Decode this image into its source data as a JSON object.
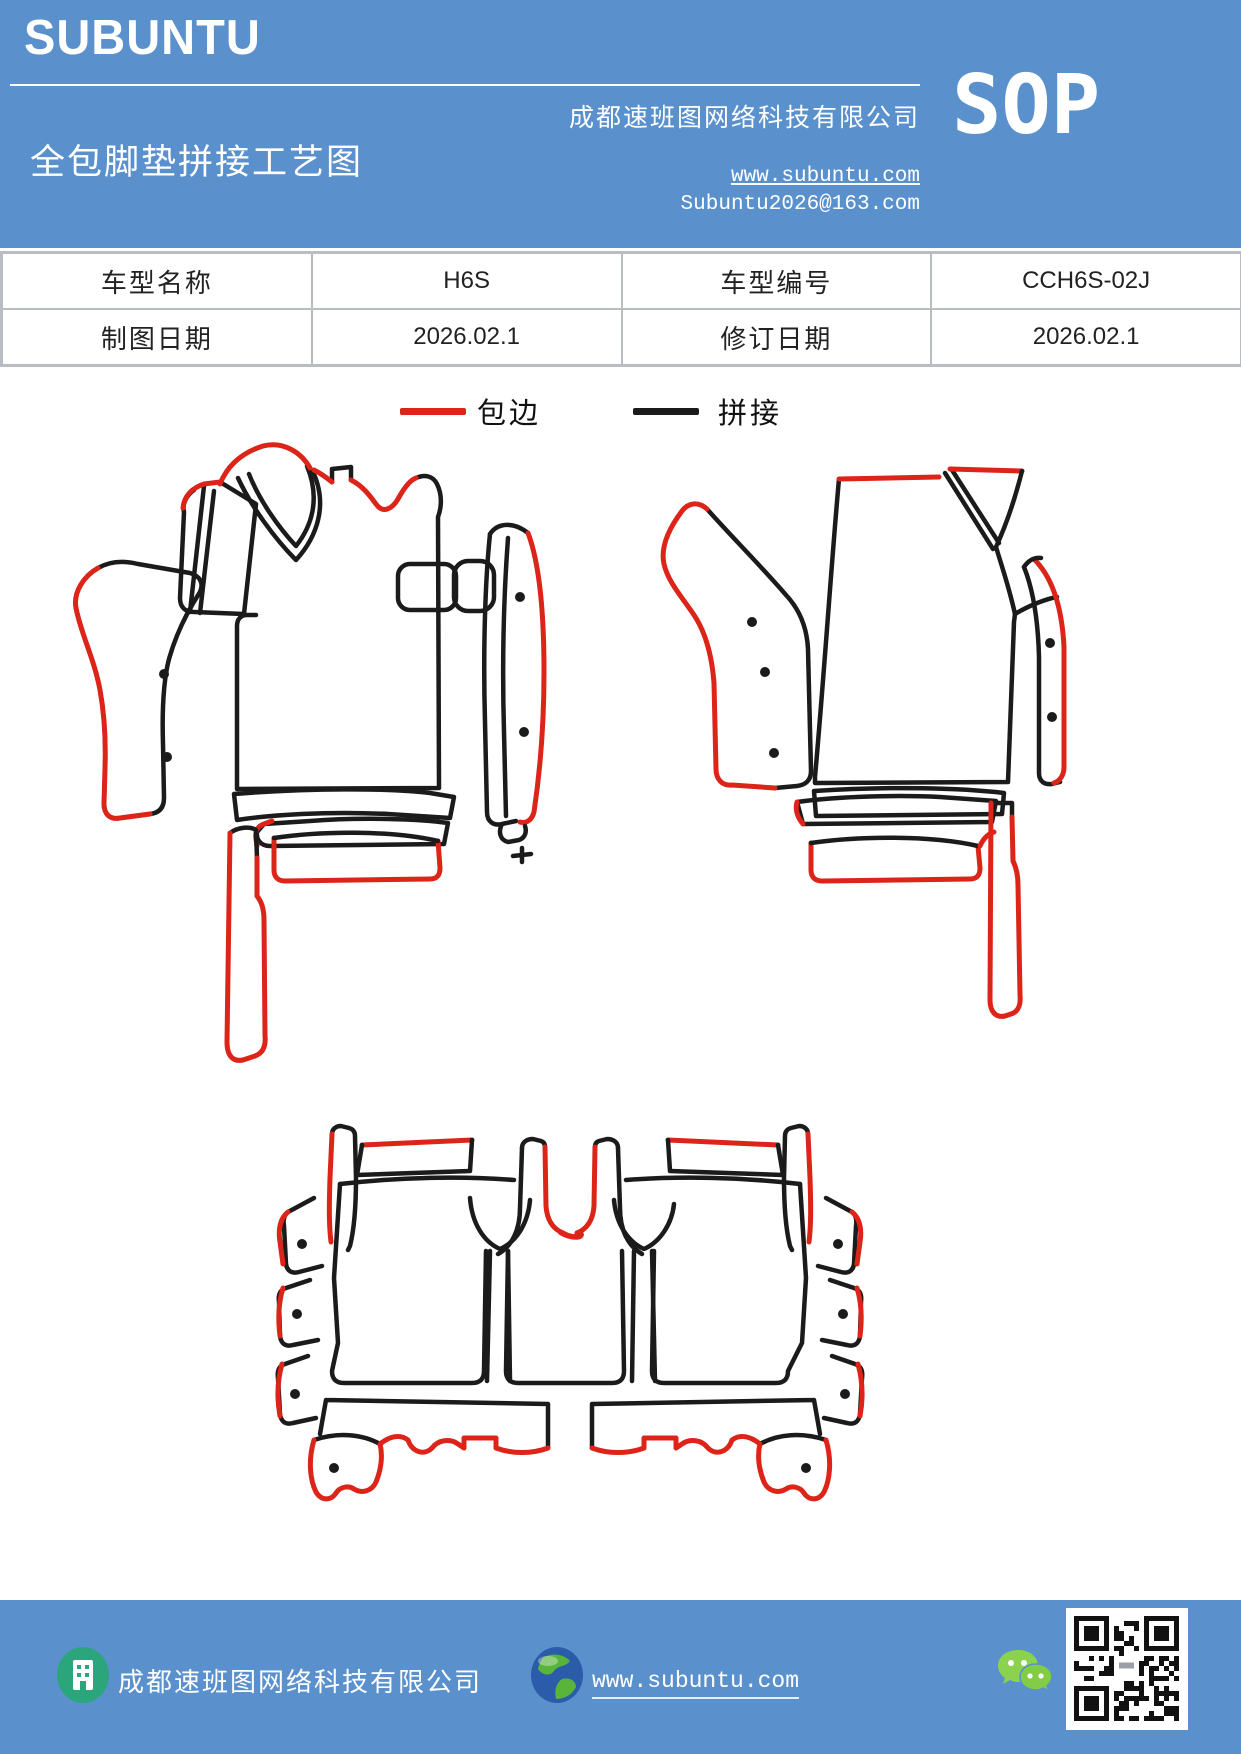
{
  "page": {
    "accent_blue": "#5a91cd",
    "binding_red": "#dd2419",
    "splice_black": "#1b1b1b"
  },
  "header": {
    "brand": "SUBUNTU",
    "company": "成都速班图网络科技有限公司",
    "doc_type": "SOP",
    "title": "全包脚垫拼接工艺图",
    "website": "www.subuntu.com",
    "email": "Subuntu2026@163.com"
  },
  "info_table": {
    "rows": [
      {
        "cells": [
          "车型名称",
          "H6S",
          "车型编号",
          "CCH6S-02J"
        ]
      },
      {
        "cells": [
          "制图日期",
          "2026.02.1",
          "修订日期",
          "2026.02.1"
        ]
      }
    ]
  },
  "legend": {
    "items": [
      {
        "label": "包边",
        "color": "#dd2419"
      },
      {
        "label": "拼接",
        "color": "#1b1b1b"
      }
    ]
  },
  "footer": {
    "company": "成都速班图网络科技有限公司",
    "website": "www.subuntu.com"
  }
}
